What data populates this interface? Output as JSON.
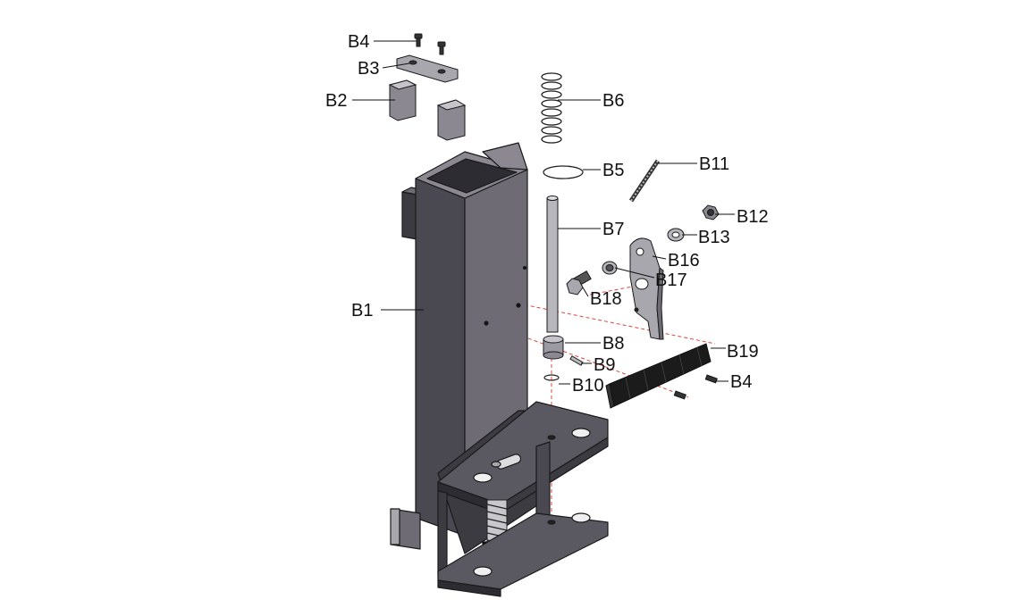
{
  "diagram": {
    "labels": {
      "b1": "B1",
      "b2": "B2",
      "b3": "B3",
      "b4_top": "B4",
      "b4_right": "B4",
      "b5": "B5",
      "b6": "B6",
      "b7": "B7",
      "b8": "B8",
      "b9": "B9",
      "b10": "B10",
      "b11": "B11",
      "b12": "B12",
      "b13": "B13",
      "b16": "B16",
      "b17": "B17",
      "b18": "B18",
      "b19": "B19"
    },
    "colors": {
      "steel_dark": "#4a4850",
      "steel_mid": "#6e6b74",
      "steel_light": "#a9a7ae",
      "steel_face": "#8b8891",
      "outline": "#1a1a1a",
      "leader": "#111111",
      "axis_line": "#e0443a"
    }
  }
}
